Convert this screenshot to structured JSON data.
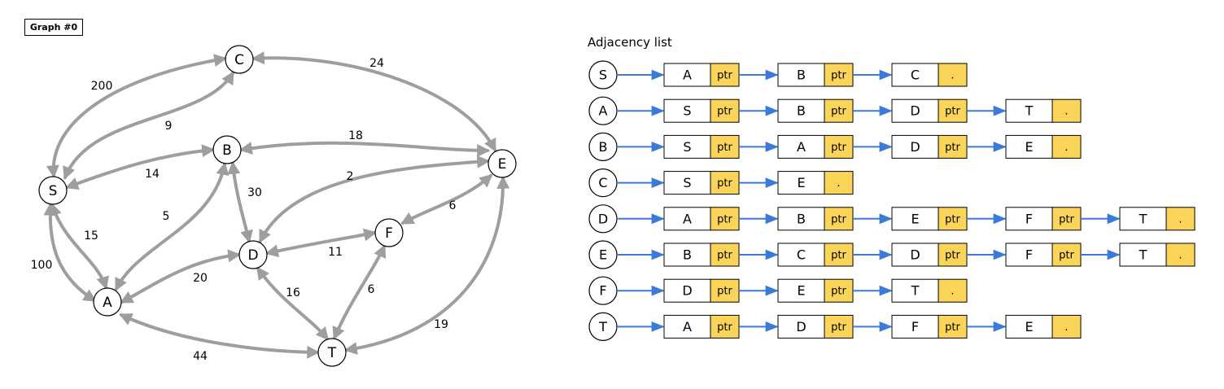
{
  "title": "Graph #0",
  "graph": {
    "nodes": [
      "C",
      "B",
      "E",
      "S",
      "F",
      "D",
      "A",
      "T"
    ],
    "edges": [
      {
        "from": "S",
        "to": "C",
        "weight": "200"
      },
      {
        "from": "C",
        "to": "S",
        "weight": "9"
      },
      {
        "from": "C",
        "to": "E",
        "weight": "24"
      },
      {
        "from": "B",
        "to": "E",
        "weight": "18"
      },
      {
        "from": "S",
        "to": "B",
        "weight": "14"
      },
      {
        "from": "D",
        "to": "E",
        "weight": "2"
      },
      {
        "from": "B",
        "to": "D",
        "weight": "30"
      },
      {
        "from": "A",
        "to": "B",
        "weight": "5"
      },
      {
        "from": "F",
        "to": "E",
        "weight": "6"
      },
      {
        "from": "D",
        "to": "F",
        "weight": "11"
      },
      {
        "from": "S",
        "to": "A",
        "weight": "15"
      },
      {
        "from": "S",
        "to": "A",
        "weight": "100"
      },
      {
        "from": "A",
        "to": "D",
        "weight": "20"
      },
      {
        "from": "D",
        "to": "T",
        "weight": "16"
      },
      {
        "from": "T",
        "to": "F",
        "weight": "6"
      },
      {
        "from": "A",
        "to": "T",
        "weight": "44"
      },
      {
        "from": "T",
        "to": "E",
        "weight": "19"
      }
    ]
  },
  "adjacency": {
    "title": "Adjacency list",
    "ptr_label": "ptr",
    "end_label": ".",
    "rows": [
      {
        "head": "S",
        "items": [
          "A",
          "B",
          "C"
        ]
      },
      {
        "head": "A",
        "items": [
          "S",
          "B",
          "D",
          "T"
        ]
      },
      {
        "head": "B",
        "items": [
          "S",
          "A",
          "D",
          "E"
        ]
      },
      {
        "head": "C",
        "items": [
          "S",
          "E"
        ]
      },
      {
        "head": "D",
        "items": [
          "A",
          "B",
          "E",
          "F",
          "T"
        ]
      },
      {
        "head": "E",
        "items": [
          "B",
          "C",
          "D",
          "F",
          "T"
        ]
      },
      {
        "head": "F",
        "items": [
          "D",
          "E",
          "T"
        ]
      },
      {
        "head": "T",
        "items": [
          "A",
          "D",
          "F",
          "E"
        ]
      }
    ]
  },
  "colors": {
    "edge": "#9e9e9e",
    "arrow": "#3b7ad8",
    "ptr_fill": "#fbd45a"
  }
}
